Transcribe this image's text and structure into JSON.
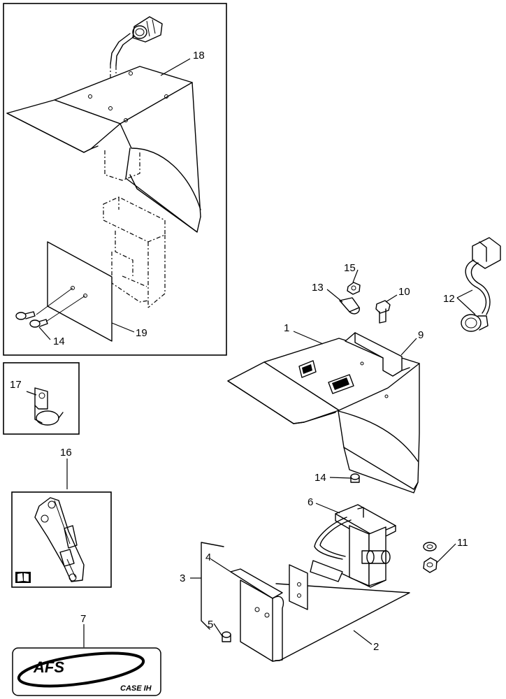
{
  "callouts": {
    "c1": "1",
    "c2": "2",
    "c3": "3",
    "c4": "4",
    "c5": "5",
    "c6": "6",
    "c7": "7",
    "c9": "9",
    "c10": "10",
    "c11": "11",
    "c12": "12",
    "c13": "13",
    "c14a": "14",
    "c14b": "14",
    "c15": "15",
    "c16": "16",
    "c17": "17",
    "c18": "18",
    "c19": "19"
  },
  "logo": {
    "afs": "AFS",
    "brand": "CASE IH"
  }
}
